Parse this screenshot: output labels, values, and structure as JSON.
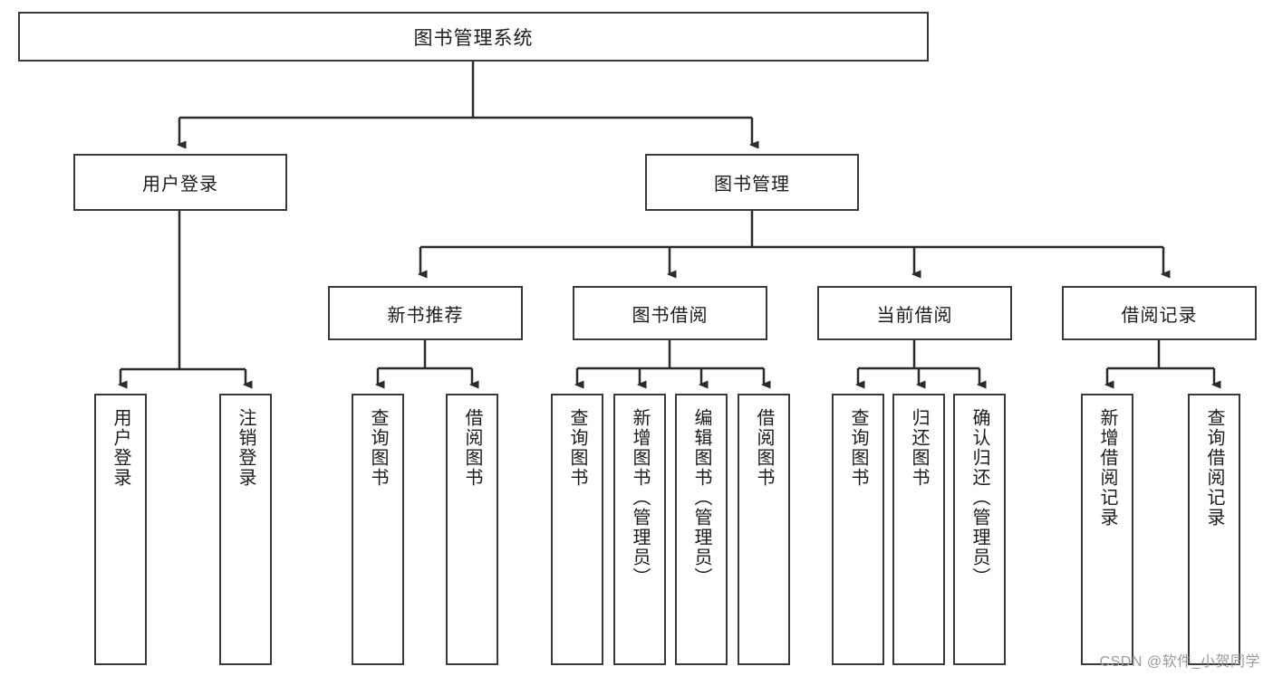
{
  "diagram": {
    "title": "图书管理系统",
    "type": "tree-hierarchy",
    "root": {
      "label": "图书管理系统"
    },
    "level2": [
      {
        "label": "用户登录"
      },
      {
        "label": "图书管理"
      }
    ],
    "level3": [
      {
        "label": "新书推荐"
      },
      {
        "label": "图书借阅"
      },
      {
        "label": "当前借阅"
      },
      {
        "label": "借阅记录"
      }
    ],
    "leaves": {
      "user_login": [
        {
          "label": "用户登录"
        },
        {
          "label": "注销登录"
        }
      ],
      "new_book_recommend": [
        {
          "label": "查询图书"
        },
        {
          "label": "借阅图书"
        }
      ],
      "book_borrow": [
        {
          "label": "查询图书"
        },
        {
          "label": "新增图书（管理员）"
        },
        {
          "label": "编辑图书（管理员）"
        },
        {
          "label": "借阅图书"
        }
      ],
      "current_borrow": [
        {
          "label": "查询图书"
        },
        {
          "label": "归还图书"
        },
        {
          "label": "确认归还（管理员）"
        }
      ],
      "borrow_record": [
        {
          "label": "新增借阅记录"
        },
        {
          "label": "查询借阅记录"
        }
      ]
    }
  },
  "watermark": {
    "text": "CSDN @软件_小贺同学"
  },
  "colors": {
    "border": "#3a3a3a",
    "text": "#1c1c1c",
    "background": "#ffffff",
    "watermark": "#9a9a9a"
  }
}
